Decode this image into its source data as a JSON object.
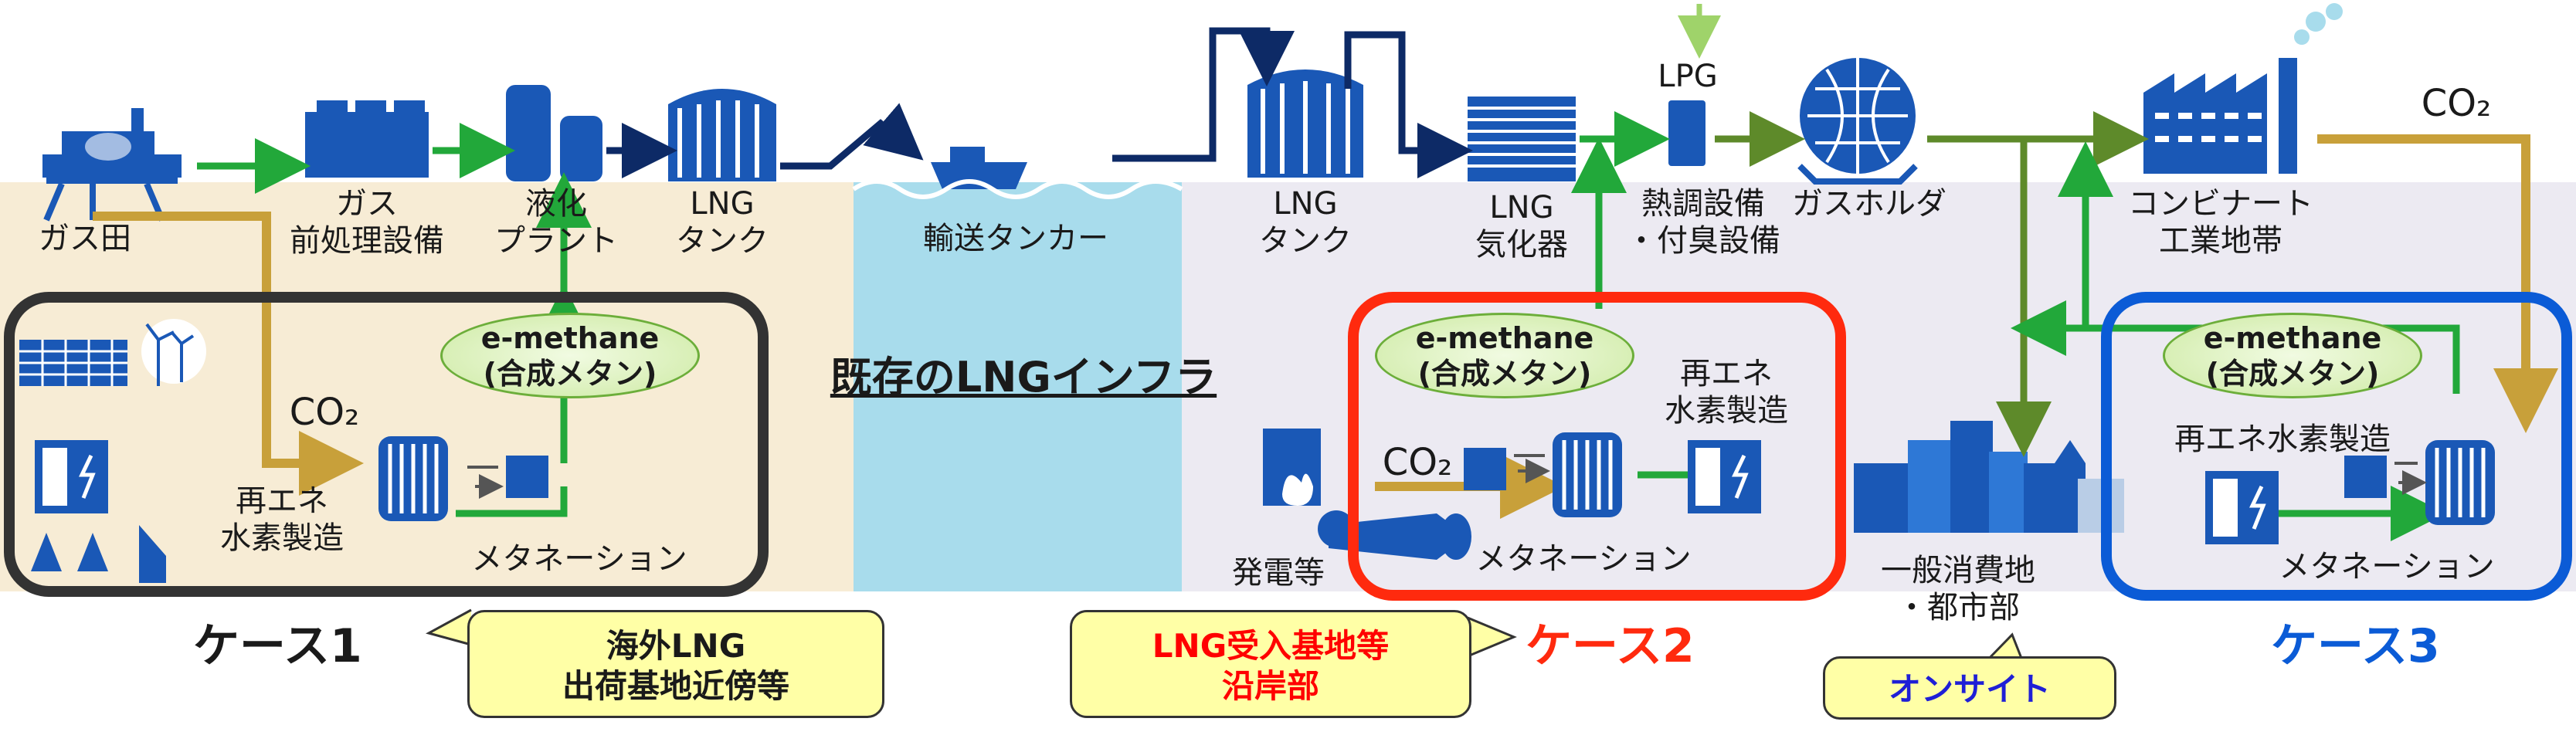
{
  "diagram": {
    "heading": "既存のLNGインフラ",
    "nodes": {
      "gas_field": "ガス田",
      "gas_pretreatment": "ガス\n前処理設備",
      "liquefaction_plant": "液化\nプラント",
      "lng_tank_export": "LNG\nタンク",
      "transport_tanker": "輸送タンカー",
      "lng_tank_import": "LNG\nタンク",
      "lng_vaporizer": "LNG\n気化器",
      "lpg": "LPG",
      "heat_odor_facility": "熱調設備\n・付臭設備",
      "gas_holder": "ガスホルダ",
      "industrial_complex": "コンビナート\n工業地帯",
      "co2_industrial": "CO₂",
      "power_plant": "発電等",
      "general_consumers": "一般消費地\n・都市部"
    },
    "cases": [
      {
        "label": "ケース1",
        "color": "#333333",
        "emethane": "e-methane\n(合成メタン)",
        "co2": "CO₂",
        "hydrogen": "再エネ\n水素製造",
        "methanation": "メタネーション",
        "callout": "海外LNG\n出荷基地近傍等",
        "callout_color": "#1a1a1a"
      },
      {
        "label": "ケース2",
        "color": "#ff2a0e",
        "emethane": "e-methane\n(合成メタン)",
        "co2": "CO₂",
        "hydrogen": "再エネ\n水素製造",
        "methanation": "メタネーション",
        "callout": "LNG受入基地等\n沿岸部",
        "callout_color": "#ff0000"
      },
      {
        "label": "ケース3",
        "color": "#0b5bd6",
        "emethane": "e-methane\n(合成メタン)",
        "hydrogen": "再エネ水素製造",
        "methanation": "メタネーション",
        "callout": "オンサイト",
        "callout_color": "#1f1fd6"
      }
    ],
    "colors": {
      "flow_green": "#22a83a",
      "flow_navy": "#0d2a66",
      "co2_gold": "#c8a03a",
      "olive_flow": "#5e8a2a",
      "export_zone": "#f7ecd5",
      "sea_zone": "#a8dcec",
      "import_zone": "#eceaf2",
      "facility_blue": "#1a58b6"
    }
  }
}
